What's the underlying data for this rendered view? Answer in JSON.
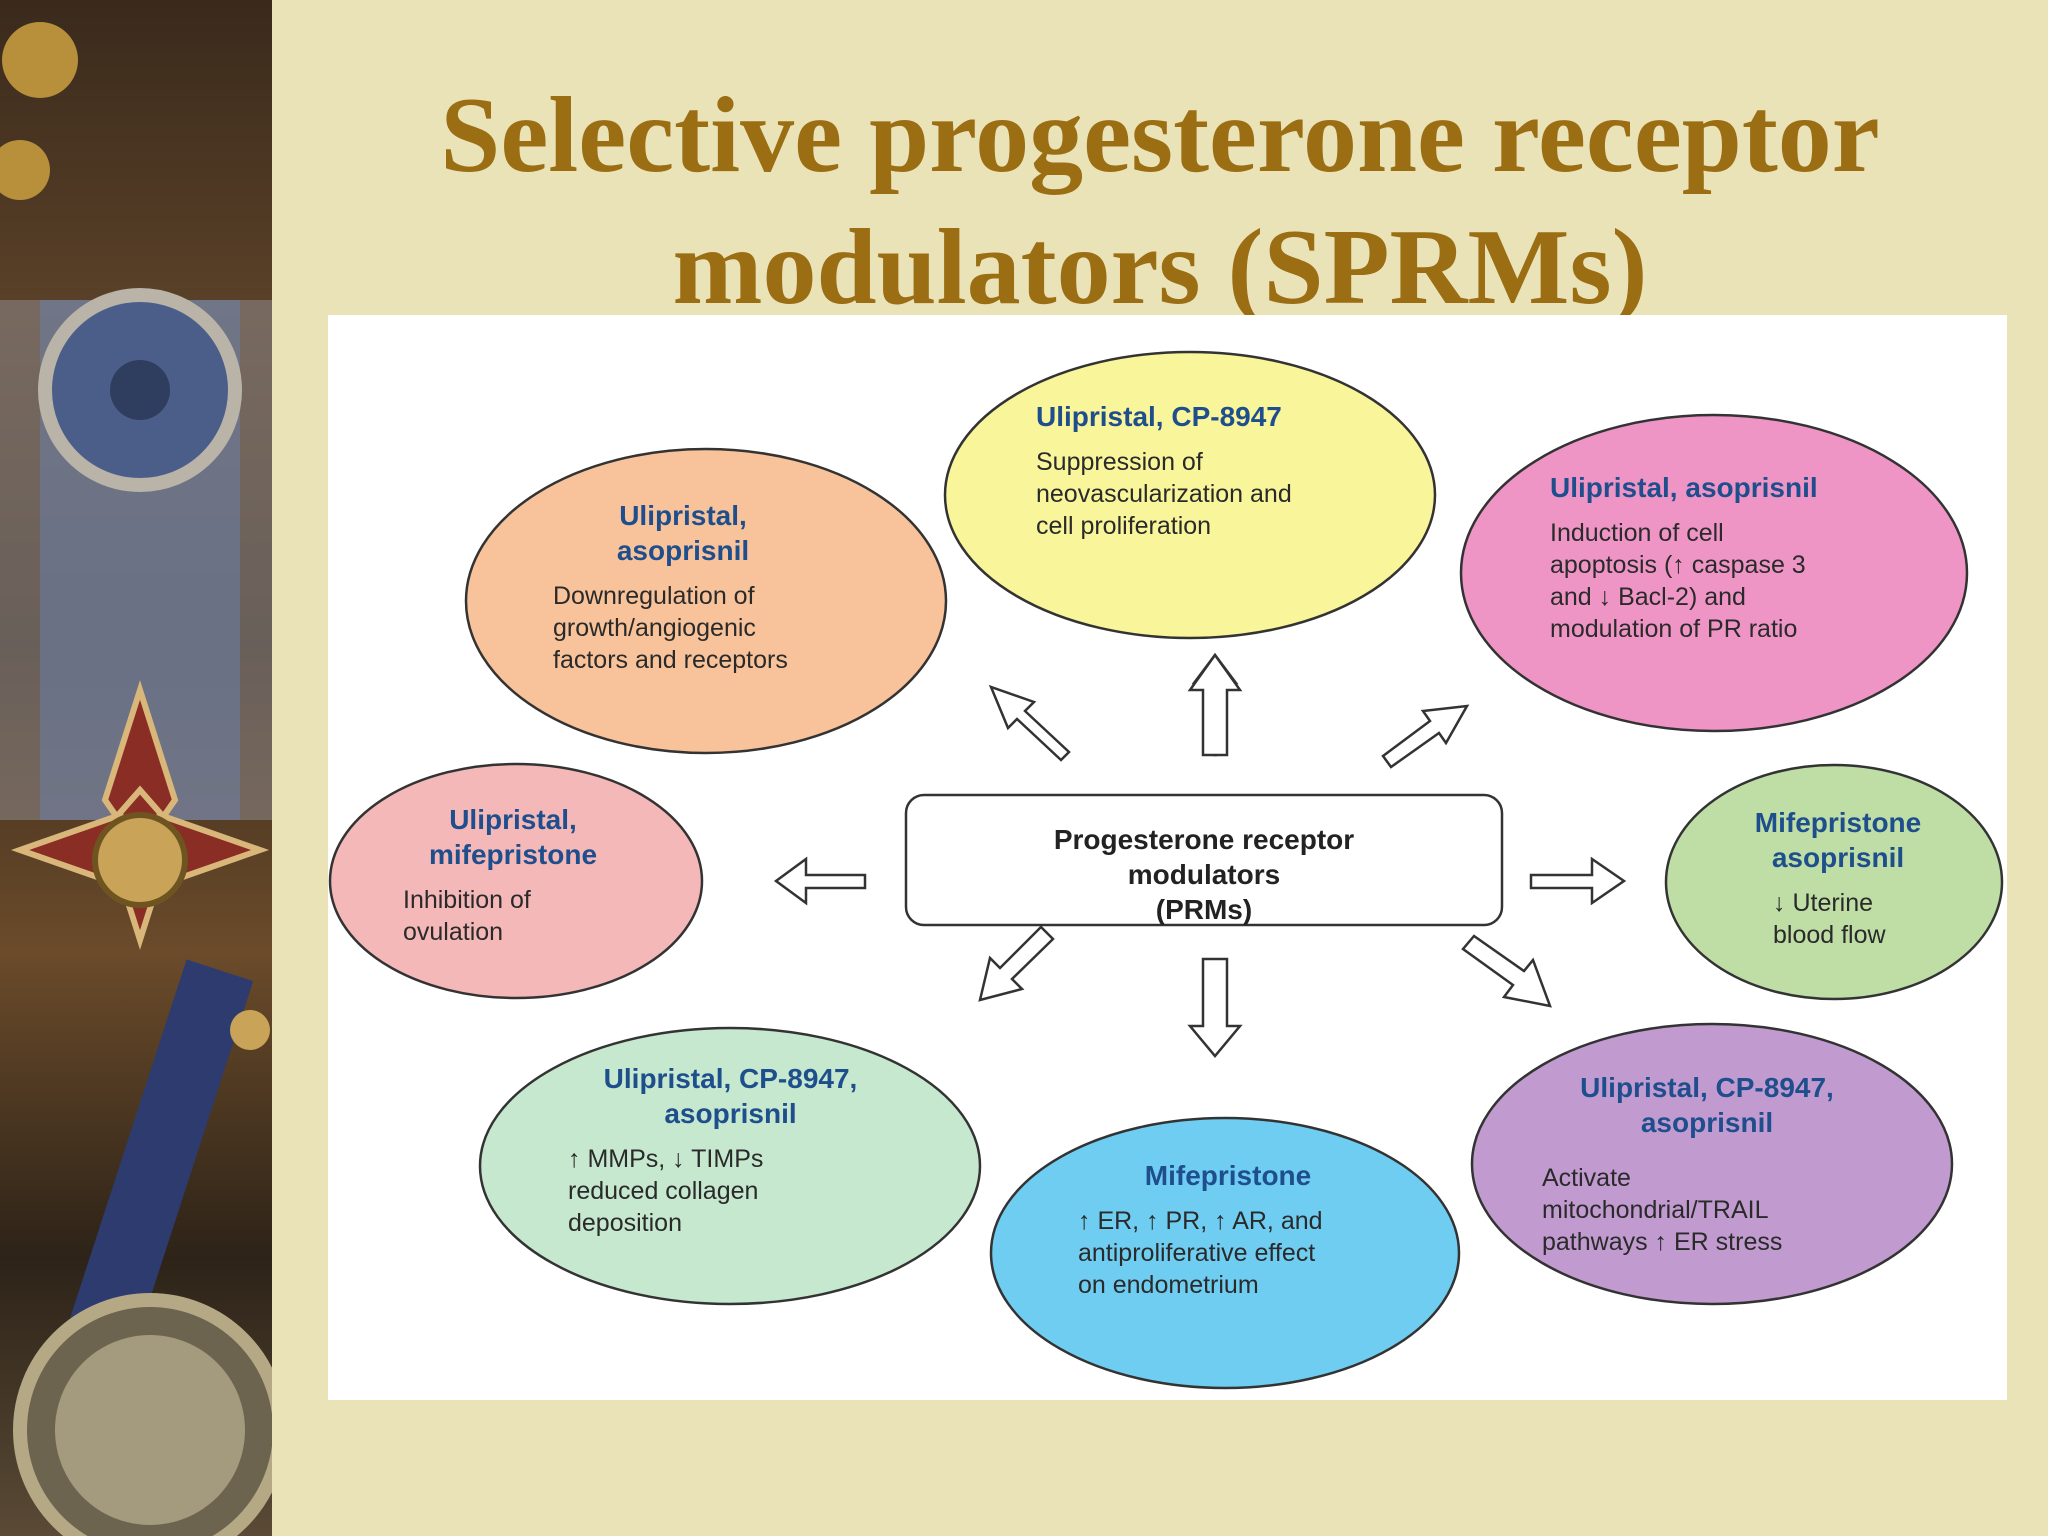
{
  "title": {
    "line1": "Selective progesterone receptor",
    "line2": "modulators (SPRMs)"
  },
  "colors": {
    "background": "#ebe3b8",
    "title": "#9b6e14",
    "drug_label": "#1f4e8c",
    "ellipses": {
      "top": "#f9f59a",
      "upper_left": "#f8c39a",
      "upper_right": "#ef95c6",
      "left": "#f5b8b9",
      "right": "#bfdea6",
      "lower_left": "#c6e8cf",
      "bottom": "#6fcdf2",
      "lower_right": "#c19bd0"
    }
  },
  "diagram": {
    "center": {
      "line1": "Progesterone receptor",
      "line2": "modulators",
      "line3": "(PRMs)"
    },
    "nodes": {
      "top": {
        "drugs": "Ulipristal, CP-8947",
        "effect": [
          "Suppression of",
          "neovascularization and",
          "cell proliferation"
        ]
      },
      "upper_left": {
        "drugs": [
          "Ulipristal,",
          "asoprisnil"
        ],
        "effect": [
          "Downregulation of",
          "growth/angiogenic",
          "factors and receptors"
        ]
      },
      "upper_right": {
        "drugs": "Ulipristal, asoprisnil",
        "effect": [
          "Induction of cell",
          "apoptosis (↑ caspase 3",
          "and ↓ Bacl-2) and",
          "modulation of PR ratio"
        ]
      },
      "left": {
        "drugs": [
          "Ulipristal,",
          "mifepristone"
        ],
        "effect": [
          "Inhibition of",
          "ovulation"
        ]
      },
      "right": {
        "drugs": [
          "Mifepristone",
          "asoprisnil"
        ],
        "effect": [
          "↓ Uterine",
          "blood flow"
        ]
      },
      "lower_left": {
        "drugs": [
          "Ulipristal, CP-8947,",
          "asoprisnil"
        ],
        "effect": [
          "↑ MMPs, ↓ TIMPs",
          "reduced collagen",
          "deposition"
        ]
      },
      "bottom": {
        "drugs": "Mifepristone",
        "effect": [
          "↑ ER, ↑ PR, ↑ AR, and",
          "antiproliferative effect",
          "on endometrium"
        ]
      },
      "lower_right": {
        "drugs": [
          "Ulipristal, CP-8947,",
          "asoprisnil"
        ],
        "effect": [
          "Activate",
          "mitochondrial/TRAIL",
          "pathways ↑ ER stress"
        ]
      }
    }
  }
}
